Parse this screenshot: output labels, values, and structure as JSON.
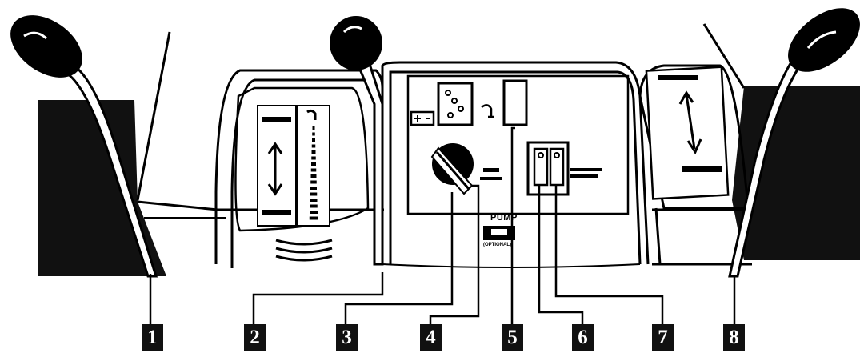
{
  "figure": {
    "pump_label": "PUMP",
    "pump_optional": "(OPTIONAL)",
    "callouts": [
      "1",
      "2",
      "3",
      "4",
      "5",
      "6",
      "7",
      "8"
    ]
  }
}
